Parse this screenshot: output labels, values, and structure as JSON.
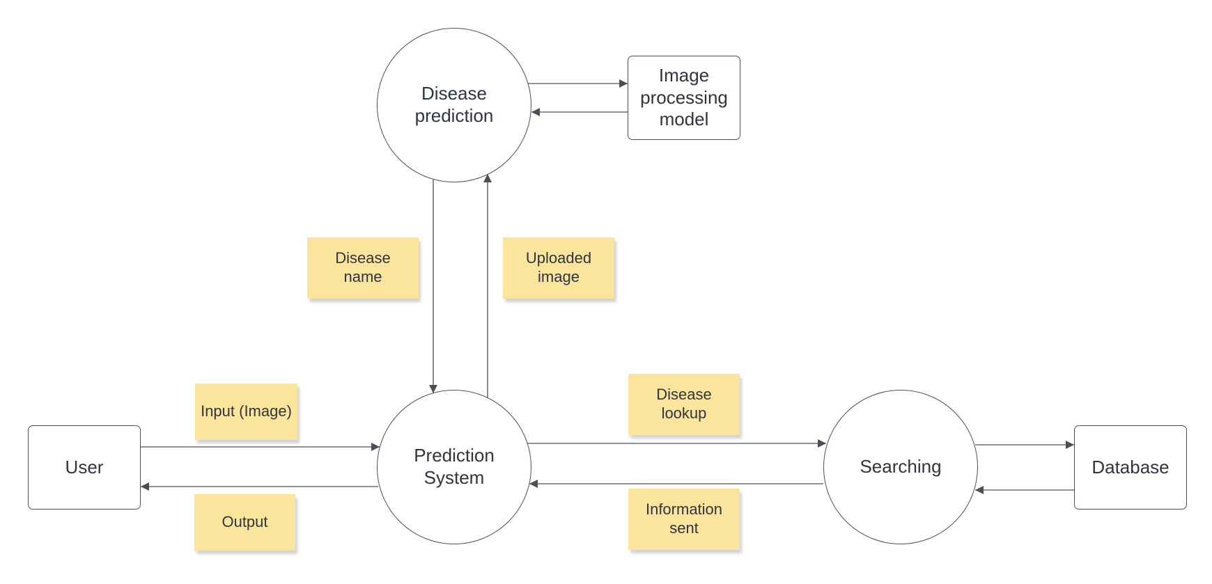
{
  "colors": {
    "line": "#4a4f59",
    "note": "#fbe59d",
    "text": "#2e3440",
    "background": "#ffffff"
  },
  "nodes": {
    "disease_prediction": "Disease\nprediction",
    "image_processing_model": "Image\nprocessing\nmodel",
    "prediction_system": "Prediction\nSystem",
    "user": "User",
    "searching": "Searching",
    "database": "Database"
  },
  "notes": {
    "disease_name": "Disease\nname",
    "uploaded_image": "Uploaded\nimage",
    "input_image": "Input (Image)",
    "output": "Output",
    "disease_lookup": "Disease\nlookup",
    "information_sent": "Information\nsent"
  },
  "edges": [
    {
      "from": "disease_prediction",
      "to": "image_processing_model"
    },
    {
      "from": "image_processing_model",
      "to": "disease_prediction"
    },
    {
      "from": "disease_prediction",
      "to": "prediction_system",
      "label": "disease_name"
    },
    {
      "from": "prediction_system",
      "to": "disease_prediction",
      "label": "uploaded_image"
    },
    {
      "from": "user",
      "to": "prediction_system",
      "label": "input_image"
    },
    {
      "from": "prediction_system",
      "to": "user",
      "label": "output"
    },
    {
      "from": "prediction_system",
      "to": "searching",
      "label": "disease_lookup"
    },
    {
      "from": "searching",
      "to": "prediction_system",
      "label": "information_sent"
    },
    {
      "from": "searching",
      "to": "database"
    },
    {
      "from": "database",
      "to": "searching"
    }
  ]
}
